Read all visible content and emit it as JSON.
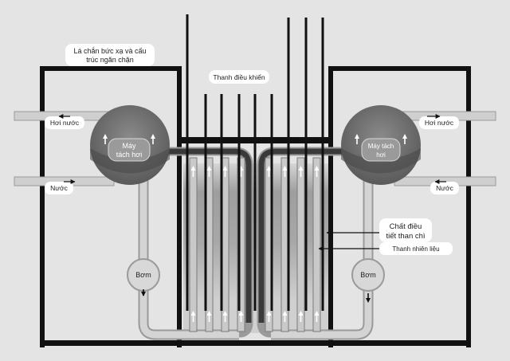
{
  "labels": {
    "shield": [
      "Lá chắn bức xạ và cấu",
      "trúc ngăn chặn"
    ],
    "control_rods": "Thanh điều khiển",
    "steam_left": "Hơi nước",
    "steam_right": "Hơi nước",
    "water_left": "Nước",
    "water_right": "Nước",
    "separator_left": [
      "Máy",
      "tách hơi"
    ],
    "separator_right": [
      "Máy tách",
      "hơi"
    ],
    "pump_left": "Bơm",
    "pump_right": "Bơm",
    "moderator": [
      "Chất điều",
      "tiết than chì"
    ],
    "fuel_rods": "Thanh nhiên liệu"
  },
  "colors": {
    "background": "#e4e4e4",
    "structure": "#111111",
    "pipe_fill": "#cfcfcf",
    "pipe_edge": "#9a9a9a",
    "separator": "#6a6a6a",
    "label_box": "#ffffff"
  }
}
